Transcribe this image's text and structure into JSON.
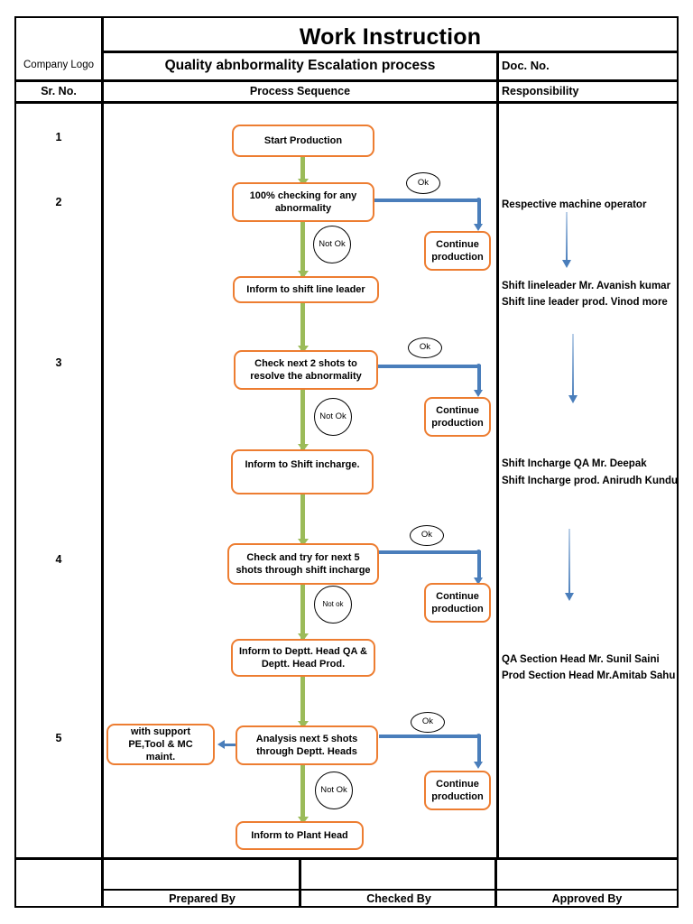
{
  "document": {
    "title": "Work Instruction",
    "subtitle": "Quality abnbormality Escalation process",
    "doc_no_label": "Doc. No.",
    "company_logo_label": "Company Logo"
  },
  "table_headers": {
    "sr_no": "Sr. No.",
    "process_sequence": "Process Sequence",
    "responsibility": "Responsibility"
  },
  "footer": {
    "prepared_by": "Prepared By",
    "checked_by": "Checked By",
    "approved_by": "Approved By"
  },
  "step_numbers": [
    "1",
    "2",
    "3",
    "4",
    "5"
  ],
  "flow": {
    "boxes": [
      {
        "id": "start-production",
        "text": "Start Production"
      },
      {
        "id": "checking-abnormality",
        "text": "100% checking for any abnormality"
      },
      {
        "id": "continue-production-1",
        "text": "Continue production"
      },
      {
        "id": "inform-shift-line-leader",
        "text": "Inform to shift line leader"
      },
      {
        "id": "check-2-shots",
        "text": "Check next 2 shots to resolve the abnormality"
      },
      {
        "id": "continue-production-2",
        "text": "Continue production"
      },
      {
        "id": "inform-shift-incharge",
        "text": "Inform to Shift incharge."
      },
      {
        "id": "check-5-shots",
        "text": "Check and try for next 5 shots through shift incharge"
      },
      {
        "id": "continue-production-3",
        "text": "Continue production"
      },
      {
        "id": "inform-deptt-heads",
        "text": "Inform to  Deptt. Head QA & Deptt. Head  Prod."
      },
      {
        "id": "analysis-5-shots",
        "text": "Analysis next 5 shots through Deptt. Heads"
      },
      {
        "id": "with-support",
        "text": "with support PE,Tool & MC maint."
      },
      {
        "id": "continue-production-4",
        "text": "Continue production"
      },
      {
        "id": "inform-plant-head",
        "text": "Inform to Plant Head"
      }
    ],
    "decisions": {
      "ok": "Ok",
      "not_ok": "Not Ok",
      "not_ok_alt": "Not ok"
    }
  },
  "responsibility": {
    "entries": [
      {
        "id": "machine-operator",
        "lines": [
          "Respective machine operator"
        ]
      },
      {
        "id": "shift-line-leader",
        "lines": [
          "Shift lineleader Mr. Avanish kumar",
          "Shift line leader prod. Vinod more"
        ]
      },
      {
        "id": "shift-incharge",
        "lines": [
          "Shift Incharge QA Mr. Deepak",
          "Shift Incharge prod. Anirudh Kundu"
        ]
      },
      {
        "id": "section-heads",
        "lines": [
          "QA Section Head Mr. Sunil Saini",
          "Prod Section Head Mr.Amitab Sahu"
        ]
      }
    ]
  },
  "colors": {
    "box_border": "#ED7D31",
    "flow_arrow_green": "#9BBB59",
    "branch_arrow_blue": "#4A7EBB",
    "frame": "#000000"
  }
}
